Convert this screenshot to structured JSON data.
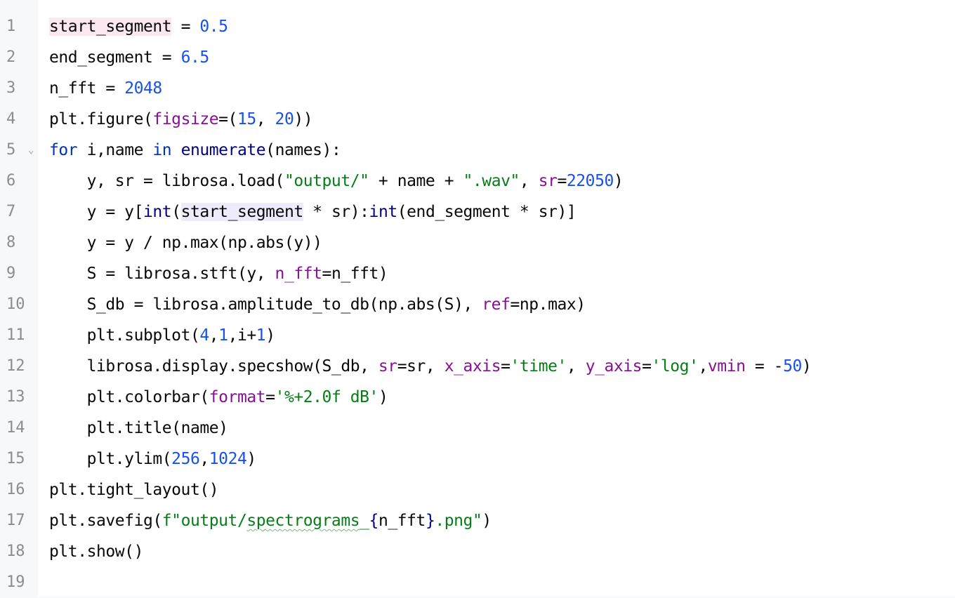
{
  "colors": {
    "number": "#1750eb",
    "keyword": "#0033b3",
    "parameter": "#871094",
    "string": "#067d17",
    "builtin": "#000080",
    "text": "#080808",
    "line_number": "#8c8c8c",
    "highlight_write": "#fce8f0",
    "highlight_read": "#edebfc"
  },
  "gutter": {
    "fold_line": 5,
    "fold_icon": "chevron-down-icon",
    "fold_glyph": "⌄"
  },
  "lines": [
    {
      "n": "1",
      "indent": "",
      "tokens": [
        {
          "t": "start_segment",
          "c": "plain",
          "hl": "write"
        },
        {
          "t": " = ",
          "c": "plain"
        },
        {
          "t": "0.5",
          "c": "num"
        }
      ]
    },
    {
      "n": "2",
      "indent": "",
      "tokens": [
        {
          "t": "end_segment = ",
          "c": "plain"
        },
        {
          "t": "6.5",
          "c": "num"
        }
      ]
    },
    {
      "n": "3",
      "indent": "",
      "tokens": [
        {
          "t": "n_fft = ",
          "c": "plain"
        },
        {
          "t": "2048",
          "c": "num"
        }
      ]
    },
    {
      "n": "4",
      "indent": "",
      "tokens": [
        {
          "t": "plt.figure(",
          "c": "plain"
        },
        {
          "t": "figsize",
          "c": "param"
        },
        {
          "t": "=(",
          "c": "plain"
        },
        {
          "t": "15",
          "c": "num"
        },
        {
          "t": ", ",
          "c": "plain"
        },
        {
          "t": "20",
          "c": "num"
        },
        {
          "t": "))",
          "c": "plain"
        }
      ]
    },
    {
      "n": "5",
      "indent": "",
      "tokens": [
        {
          "t": "for",
          "c": "kw"
        },
        {
          "t": " i,name ",
          "c": "plain"
        },
        {
          "t": "in",
          "c": "kw"
        },
        {
          "t": " ",
          "c": "plain"
        },
        {
          "t": "enumerate",
          "c": "builtin"
        },
        {
          "t": "(names):",
          "c": "plain"
        }
      ]
    },
    {
      "n": "6",
      "indent": "    ",
      "tokens": [
        {
          "t": "y, sr = librosa.load(",
          "c": "plain"
        },
        {
          "t": "\"output/\"",
          "c": "str"
        },
        {
          "t": " + name + ",
          "c": "plain"
        },
        {
          "t": "\".wav\"",
          "c": "str"
        },
        {
          "t": ", ",
          "c": "plain"
        },
        {
          "t": "sr",
          "c": "param"
        },
        {
          "t": "=",
          "c": "plain"
        },
        {
          "t": "22050",
          "c": "num"
        },
        {
          "t": ")",
          "c": "plain"
        }
      ]
    },
    {
      "n": "7",
      "indent": "    ",
      "tokens": [
        {
          "t": "y = y[",
          "c": "plain"
        },
        {
          "t": "int",
          "c": "builtin"
        },
        {
          "t": "(",
          "c": "plain"
        },
        {
          "t": "start_segment",
          "c": "plain",
          "hl": "read"
        },
        {
          "t": " * sr):",
          "c": "plain"
        },
        {
          "t": "int",
          "c": "builtin"
        },
        {
          "t": "(end_segment * sr)]",
          "c": "plain"
        }
      ]
    },
    {
      "n": "8",
      "indent": "    ",
      "tokens": [
        {
          "t": "y = y / np.max(np.abs(y))",
          "c": "plain"
        }
      ]
    },
    {
      "n": "9",
      "indent": "    ",
      "tokens": [
        {
          "t": "S = librosa.stft(y, ",
          "c": "plain"
        },
        {
          "t": "n_fft",
          "c": "param"
        },
        {
          "t": "=n_fft)",
          "c": "plain"
        }
      ]
    },
    {
      "n": "10",
      "indent": "    ",
      "tokens": [
        {
          "t": "S_db = librosa.amplitude_to_db(np.abs(S), ",
          "c": "plain"
        },
        {
          "t": "ref",
          "c": "param"
        },
        {
          "t": "=np.max)",
          "c": "plain"
        }
      ]
    },
    {
      "n": "11",
      "indent": "    ",
      "tokens": [
        {
          "t": "plt.subplot(",
          "c": "plain"
        },
        {
          "t": "4",
          "c": "num"
        },
        {
          "t": ",",
          "c": "plain"
        },
        {
          "t": "1",
          "c": "num"
        },
        {
          "t": ",i+",
          "c": "plain"
        },
        {
          "t": "1",
          "c": "num"
        },
        {
          "t": ")",
          "c": "plain"
        }
      ]
    },
    {
      "n": "12",
      "indent": "    ",
      "tokens": [
        {
          "t": "librosa.display.specshow(S_db, ",
          "c": "plain"
        },
        {
          "t": "sr",
          "c": "param"
        },
        {
          "t": "=sr, ",
          "c": "plain"
        },
        {
          "t": "x_axis",
          "c": "param"
        },
        {
          "t": "=",
          "c": "plain"
        },
        {
          "t": "'time'",
          "c": "str"
        },
        {
          "t": ", ",
          "c": "plain"
        },
        {
          "t": "y_axis",
          "c": "param"
        },
        {
          "t": "=",
          "c": "plain"
        },
        {
          "t": "'log'",
          "c": "str"
        },
        {
          "t": ",",
          "c": "plain"
        },
        {
          "t": "vmin",
          "c": "param"
        },
        {
          "t": " = -",
          "c": "plain"
        },
        {
          "t": "50",
          "c": "num"
        },
        {
          "t": ")",
          "c": "plain"
        }
      ]
    },
    {
      "n": "13",
      "indent": "    ",
      "tokens": [
        {
          "t": "plt.colorbar(",
          "c": "plain"
        },
        {
          "t": "format",
          "c": "param"
        },
        {
          "t": "=",
          "c": "plain"
        },
        {
          "t": "'%+2.0f dB'",
          "c": "str"
        },
        {
          "t": ")",
          "c": "plain"
        }
      ]
    },
    {
      "n": "14",
      "indent": "    ",
      "tokens": [
        {
          "t": "plt.title(name)",
          "c": "plain"
        }
      ]
    },
    {
      "n": "15",
      "indent": "    ",
      "tokens": [
        {
          "t": "plt.ylim(",
          "c": "plain"
        },
        {
          "t": "256",
          "c": "num"
        },
        {
          "t": ",",
          "c": "plain"
        },
        {
          "t": "1024",
          "c": "num"
        },
        {
          "t": ")",
          "c": "plain"
        }
      ]
    },
    {
      "n": "16",
      "indent": "",
      "tokens": [
        {
          "t": "plt.tight_layout()",
          "c": "plain"
        }
      ]
    },
    {
      "n": "17",
      "indent": "",
      "tokens": [
        {
          "t": "plt.savefig(",
          "c": "plain"
        },
        {
          "t": "f\"output/",
          "c": "str"
        },
        {
          "t": "spectrograms",
          "c": "str",
          "typo": true
        },
        {
          "t": "_",
          "c": "str"
        },
        {
          "t": "{",
          "c": "builtin"
        },
        {
          "t": "n_fft",
          "c": "plain"
        },
        {
          "t": "}",
          "c": "builtin"
        },
        {
          "t": ".png\"",
          "c": "str"
        },
        {
          "t": ")",
          "c": "plain"
        }
      ]
    },
    {
      "n": "18",
      "indent": "",
      "tokens": [
        {
          "t": "plt.show()",
          "c": "plain"
        }
      ]
    },
    {
      "n": "19",
      "indent": "",
      "tokens": []
    }
  ]
}
